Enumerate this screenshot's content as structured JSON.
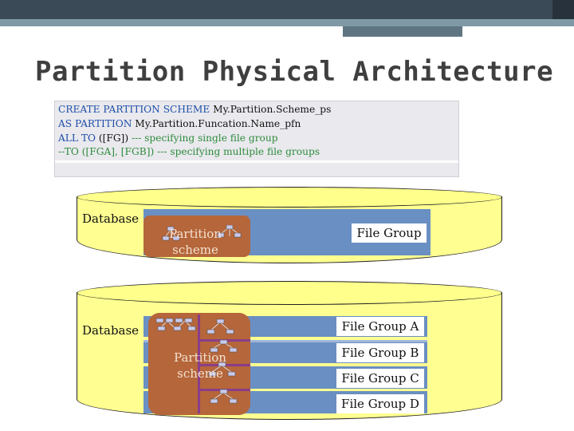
{
  "slide": {
    "title": "Partition Physical Architecture"
  },
  "code": {
    "line1_kw": "CREATE PARTITION SCHEME",
    "line1_rest": " My.Partition.Scheme_ps",
    "line2_kw": "AS PARTITION",
    "line2_rest": "  My.Partition.Funcation.Name_pfn",
    "line3_kw": "ALL TO",
    "line3_rest": " ([FG])",
    "line3_comment": "  --- specifying single file group",
    "line4_comment": "--TO ([FGA], [FGB]) --- specifying multiple file groups"
  },
  "top_diagram": {
    "database_label": "Database",
    "scheme_label": "Partition scheme",
    "file_group_label": "File Group"
  },
  "bottom_diagram": {
    "database_label": "Database",
    "scheme_label": "Partition scheme",
    "file_groups": [
      "File Group A",
      "File Group B",
      "File Group C",
      "File Group D"
    ]
  },
  "colors": {
    "cylinder": "#ffff91",
    "band": "#6a8fc2",
    "scheme": "#b5663a",
    "divider": "#8a3d8a"
  }
}
